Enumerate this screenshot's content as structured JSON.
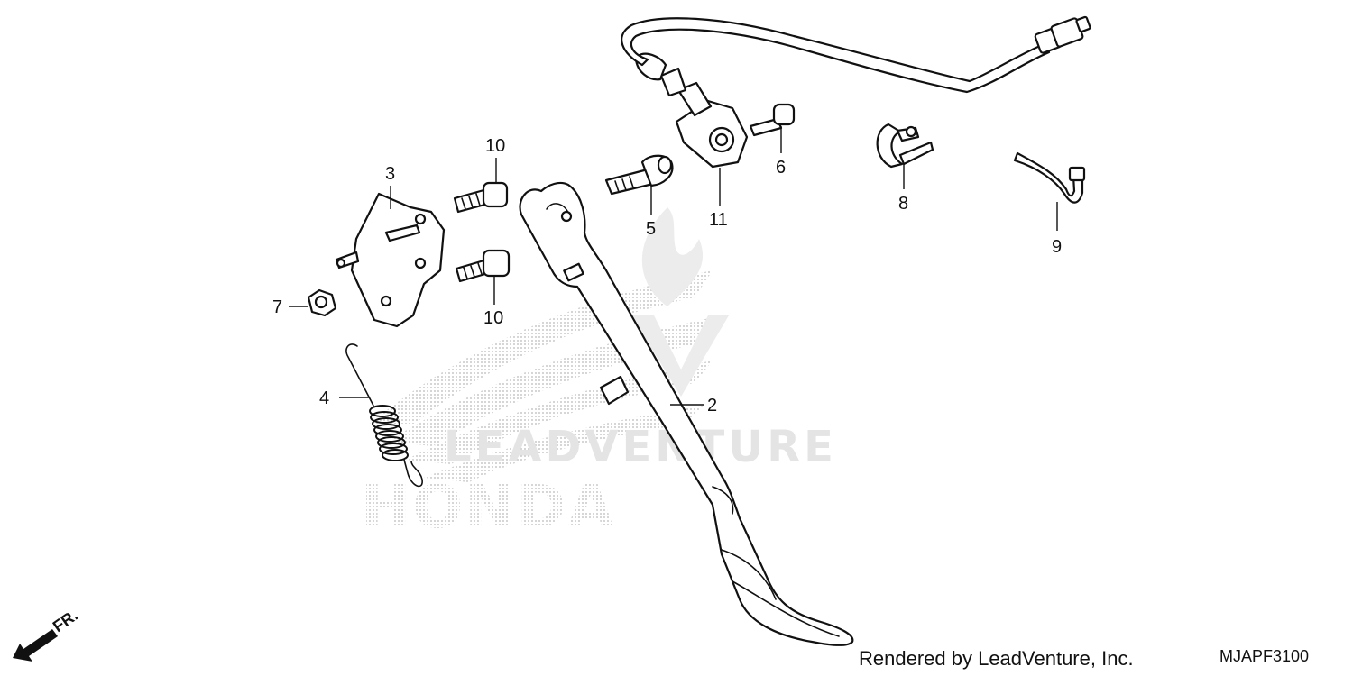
{
  "diagram": {
    "callouts": [
      "2",
      "3",
      "4",
      "5",
      "6",
      "7",
      "8",
      "9",
      "10",
      "10",
      "11"
    ],
    "direction_label": "FR.",
    "watermark_text": "LEADVENTURE",
    "background_logo_text": "HONDA",
    "footer_credit": "Rendered by LeadVenture, Inc.",
    "diagram_code": "MJAPF3100"
  }
}
